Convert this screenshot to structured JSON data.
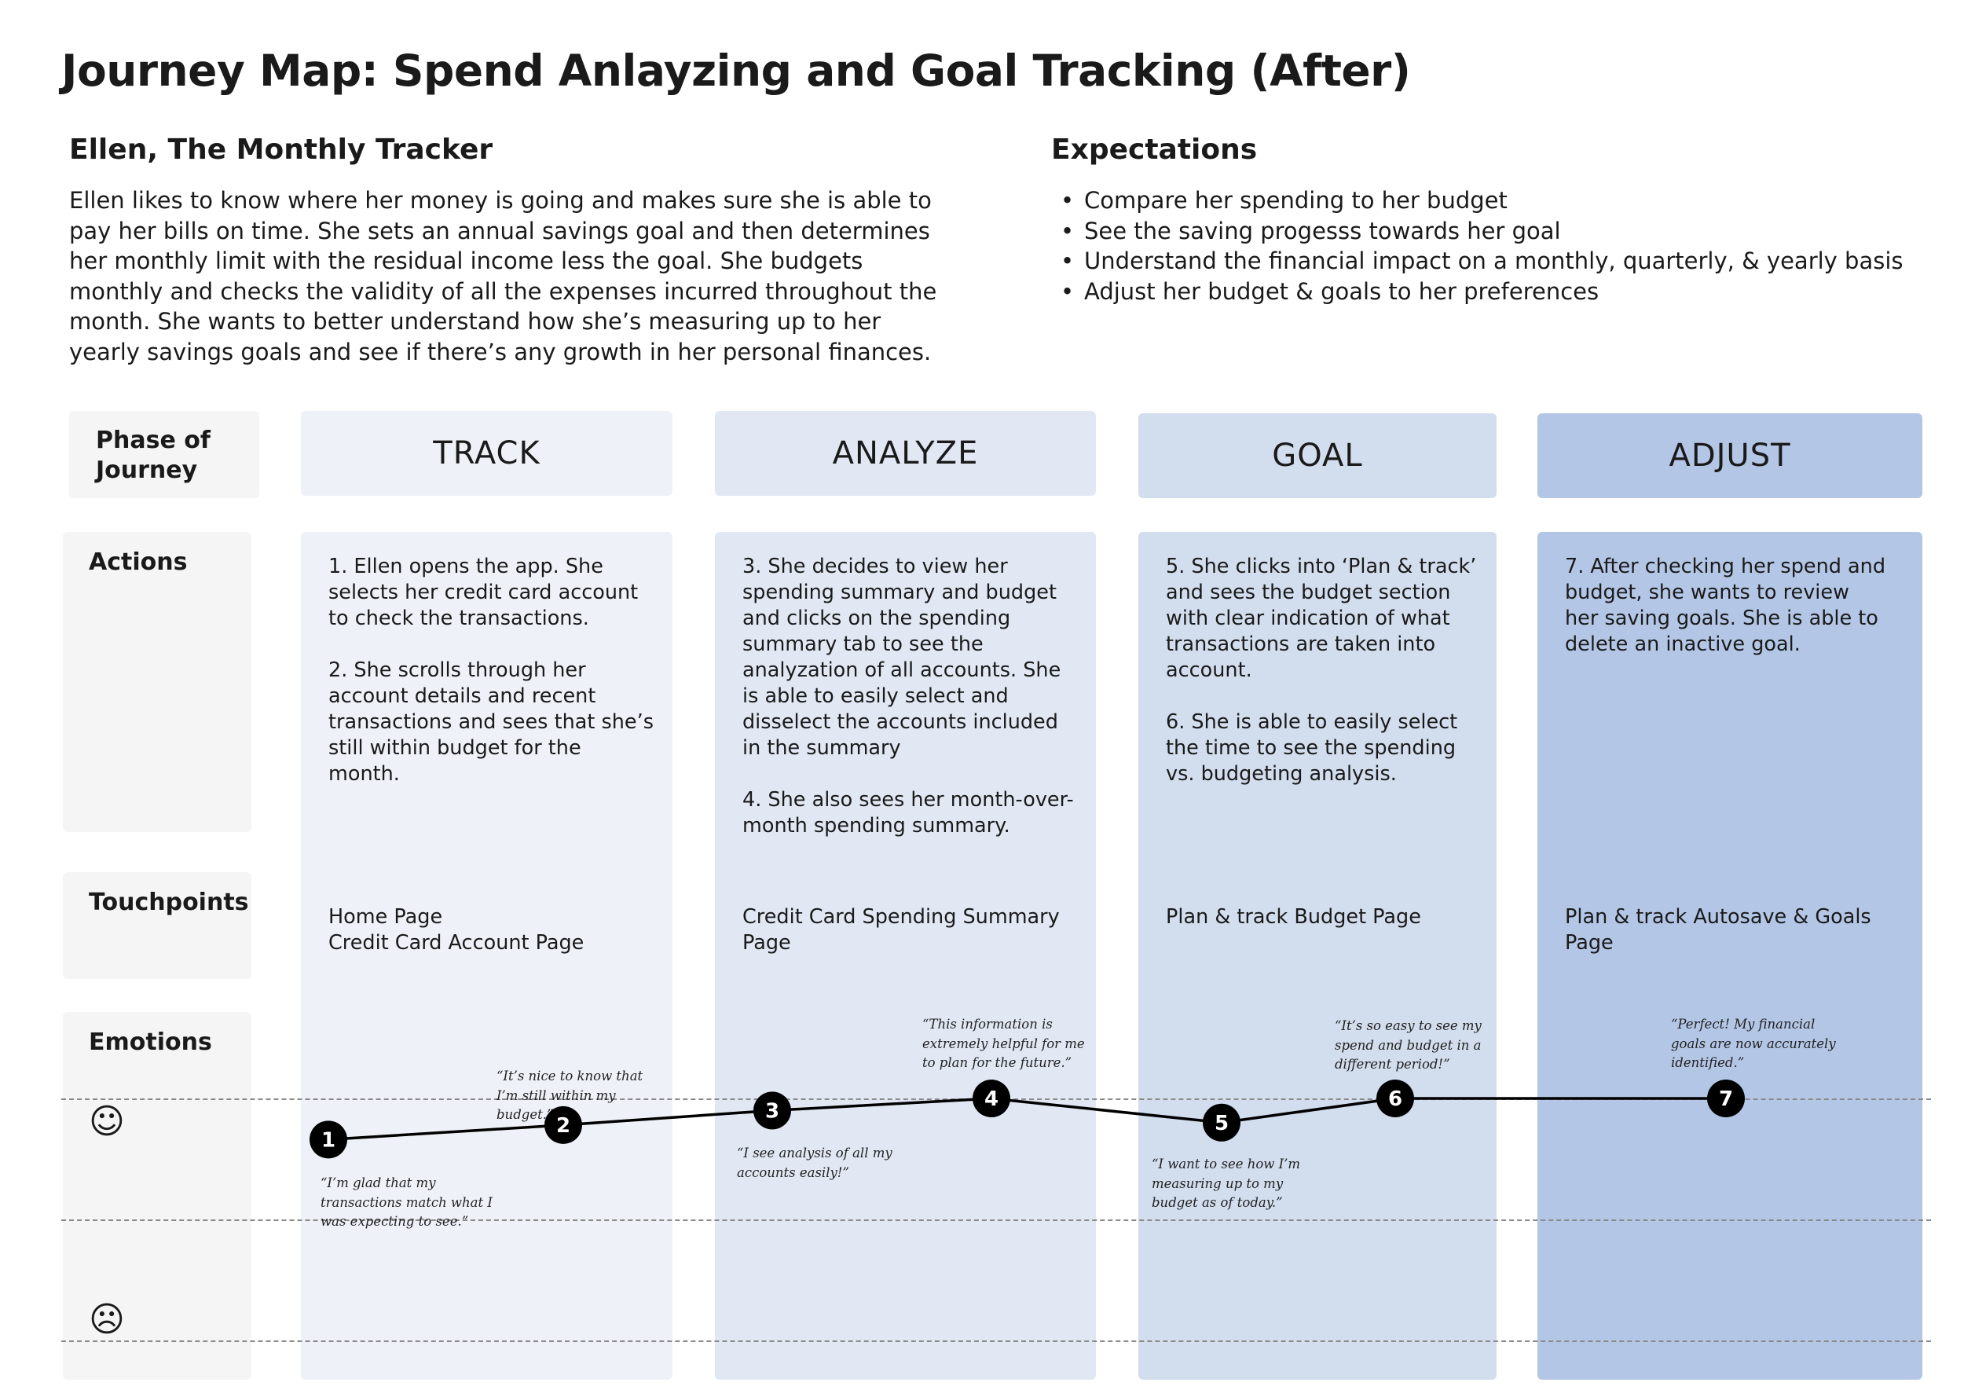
{
  "title": "Journey Map: Spend Anlayzing and Goal Tracking (After)",
  "persona": {
    "name": "Ellen, The Monthly Tracker",
    "description": "Ellen likes to know where her money is going and makes sure she is able to pay her bills on time. She sets an annual savings goal and then determines her monthly limit with the residual income less the goal. She budgets monthly and checks the validity of all the expenses incurred throughout the month. She wants to better understand how she’s measuring up to her yearly savings goals and see if there’s any growth in her personal finances."
  },
  "expectations": {
    "title": "Expectations",
    "items": [
      "Compare her spending to her budget",
      "See the saving progesss towards her goal",
      "Understand the financial impact on a monthly, quarterly, & yearly basis",
      "Adjust her budget & goals to her preferences"
    ]
  },
  "row_labels": {
    "phase": "Phase of Journey",
    "actions": "Actions",
    "touchpoints": "Touchpoints",
    "emotions": "Emotions"
  },
  "emotion_faces": {
    "happy": "☺",
    "sad": "☹",
    "happy_icon": "smiling-face-icon",
    "sad_icon": "frowning-face-icon"
  },
  "phases": [
    {
      "name": "TRACK",
      "color": "#eef2f8",
      "actions": [
        "1. Ellen opens the app. She selects her credit card account to check the transactions.",
        "2. She scrolls through her account details and recent transactions and sees that she’s still within budget for the month."
      ],
      "touchpoints": [
        "Home Page",
        "Credit Card Account Page"
      ]
    },
    {
      "name": "ANALYZE",
      "color": "#e1e8f4",
      "actions": [
        "3. She decides to view her spending summary and budget and clicks on the spending summary tab to see the analyzation of all accounts. She is able to easily select and disselect the accounts included in the summary",
        "4. She also sees her month-over-month spending summary."
      ],
      "touchpoints": [
        "Credit Card Spending Summary Page"
      ]
    },
    {
      "name": "GOAL",
      "color": "#d2ddee",
      "actions": [
        "5. She clicks into ‘Plan & track’ and sees the budget section with clear indication of what transactions are taken into account.",
        "6. She is able to easily select the time to see the spending  vs. budgeting analysis."
      ],
      "touchpoints": [
        "Plan & track Budget Page"
      ]
    },
    {
      "name": "ADJUST",
      "color": "#b3c6e5",
      "actions": [
        "7. After checking her spend and budget, she wants to review her saving goals. She is able to delete an inactive goal."
      ],
      "touchpoints": [
        "Plan & track Autosave & Goals Page"
      ]
    }
  ],
  "chart_data": {
    "type": "line",
    "title": "",
    "xlabel": "",
    "ylabel": "",
    "scale": "emotion level: 1 = happy line, 0 = neutral line, -1 = sad line",
    "ylim": [
      -1,
      1
    ],
    "points": [
      {
        "step": "1",
        "level": 0.66,
        "quote": "“I’m glad that my transactions match what I was expecting to see.”",
        "quote_side": "below"
      },
      {
        "step": "2",
        "level": 0.78,
        "quote": "“It’s nice to know that I’m still within my budget.”",
        "quote_side": "above"
      },
      {
        "step": "3",
        "level": 0.9,
        "quote": "“I see analysis of all my accounts easily!”",
        "quote_side": "below"
      },
      {
        "step": "4",
        "level": 1.0,
        "quote": "“This information is extremely helpful for me to plan for the future.”",
        "quote_side": "above"
      },
      {
        "step": "5",
        "level": 0.8,
        "quote": "“I want to see how I’m measuring up to my budget as of today.”",
        "quote_side": "below"
      },
      {
        "step": "6",
        "level": 1.0,
        "quote": "“It’s so easy to see my spend and budget in a different period!”",
        "quote_side": "above"
      },
      {
        "step": "7",
        "level": 1.0,
        "quote": "“Perfect! My financial goals are now accurately identified.”",
        "quote_side": "above"
      }
    ],
    "line_color": "#000000",
    "marker_color": "#000000",
    "marker_text_color": "#ffffff"
  }
}
